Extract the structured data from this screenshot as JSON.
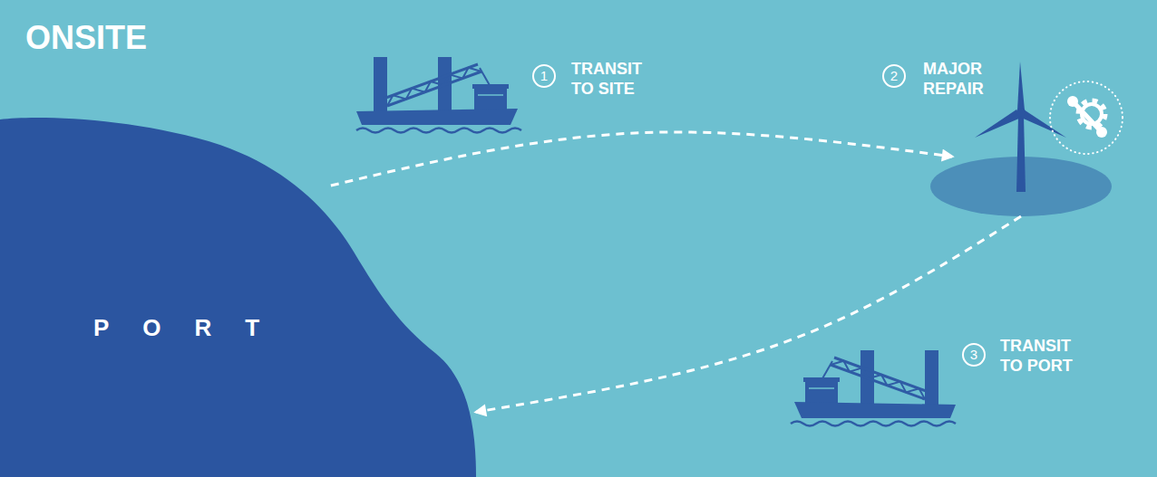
{
  "diagram": {
    "title": "ONSITE",
    "nodes": [
      {
        "text": [
          "PORT"
        ]
      },
      {
        "text": [
          "MAJOR REPAIR"
        ]
      }
    ],
    "edges": [
      {
        "from": 0,
        "to": 1,
        "label": "TRANSIT TO SITE",
        "arrow": "to"
      },
      {
        "from": 1,
        "to": 0,
        "label": "TRANSIT TO PORT",
        "arrow": "to"
      }
    ],
    "labels": [
      "1",
      "2",
      "3"
    ]
  }
}
